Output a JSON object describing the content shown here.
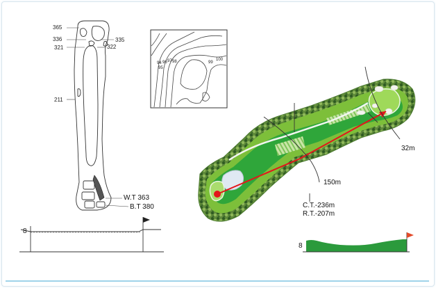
{
  "outline_plan": {
    "yardages": {
      "y365": "365",
      "y336": "336",
      "y335": "335",
      "y321": "321",
      "y322": "322",
      "y211": "211"
    },
    "tees": {
      "white_tee": "W.T  363",
      "back_tee": "B.T  380"
    }
  },
  "contour_map": {
    "labels": [
      "94",
      "95",
      "96",
      "97",
      "98",
      "99",
      "100"
    ]
  },
  "profile_left": {
    "elevation": "8"
  },
  "hole_view": {
    "marker_150": "150m",
    "marker_32": "32m",
    "champion_tee": "C.T.-236m",
    "regular_tee": "R.T.-207m"
  },
  "profile_right": {
    "elevation": "8"
  },
  "colors": {
    "fairway": "#2fa63a",
    "rough": "#7dbf3a",
    "trees": "#3f6a2a",
    "water": "#dfe9f2",
    "shot_line": "#e3161b",
    "flag": "#e34a2a",
    "profile_fill": "#2b9a3c"
  }
}
